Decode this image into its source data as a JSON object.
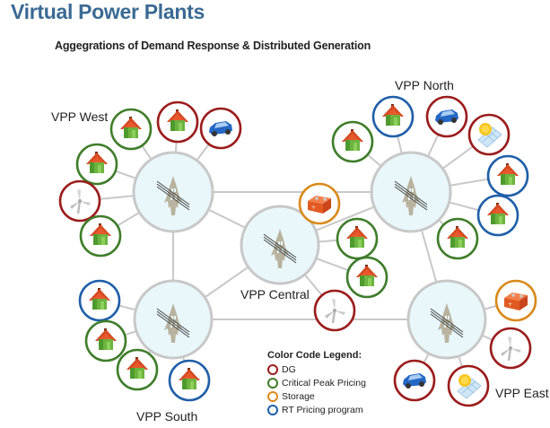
{
  "header": {
    "title": "Virtual Power Plants",
    "subtitle": "Aggegrations of Demand Response & Distributed Generation"
  },
  "colors": {
    "title": "#3a6a93",
    "DG": "#9b1c1c",
    "Critical Peak Pricing": "#3f7d2a",
    "Storage": "#d98a1c",
    "RT Pricing program": "#1f5fa8",
    "hub_fill": "#e9f7fb",
    "hub_stroke": "#c8c8c8",
    "link": "#c8c8c8"
  },
  "legend": {
    "title": "Color Code Legend:",
    "items": [
      {
        "label": "DG",
        "color": "#9b1c1c"
      },
      {
        "label": "Critical Peak Pricing",
        "color": "#3f7d2a"
      },
      {
        "label": "Storage",
        "color": "#d98a1c"
      },
      {
        "label": "RT Pricing program",
        "color": "#1f5fa8"
      }
    ]
  },
  "hubs": [
    {
      "id": "west",
      "label": "VPP West",
      "icon": "transmission-tower-icon",
      "nodes": [
        {
          "icon": "house",
          "program": "Critical Peak Pricing"
        },
        {
          "icon": "house",
          "program": "DG"
        },
        {
          "icon": "electric-car",
          "program": "DG"
        },
        {
          "icon": "house",
          "program": "Critical Peak Pricing"
        },
        {
          "icon": "wind-turbine",
          "program": "DG"
        },
        {
          "icon": "house",
          "program": "Critical Peak Pricing"
        }
      ]
    },
    {
      "id": "north",
      "label": "VPP North",
      "icon": "transmission-tower-icon",
      "nodes": [
        {
          "icon": "house",
          "program": "RT Pricing program"
        },
        {
          "icon": "electric-car",
          "program": "DG"
        },
        {
          "icon": "solar-panel",
          "program": "DG"
        },
        {
          "icon": "house",
          "program": "Critical Peak Pricing"
        },
        {
          "icon": "house",
          "program": "RT Pricing program"
        },
        {
          "icon": "house",
          "program": "RT Pricing program"
        },
        {
          "icon": "house",
          "program": "Critical Peak Pricing"
        }
      ]
    },
    {
      "id": "central",
      "label": "VPP Central",
      "icon": "transmission-tower-icon",
      "nodes": [
        {
          "icon": "battery",
          "program": "Storage"
        },
        {
          "icon": "house",
          "program": "Critical Peak Pricing"
        },
        {
          "icon": "house",
          "program": "Critical Peak Pricing"
        },
        {
          "icon": "wind-turbine",
          "program": "DG"
        }
      ]
    },
    {
      "id": "south",
      "label": "VPP South",
      "icon": "transmission-tower-icon",
      "nodes": [
        {
          "icon": "house",
          "program": "RT Pricing program"
        },
        {
          "icon": "house",
          "program": "Critical Peak Pricing"
        },
        {
          "icon": "house",
          "program": "Critical Peak Pricing"
        },
        {
          "icon": "house",
          "program": "RT Pricing program"
        }
      ]
    },
    {
      "id": "east",
      "label": "VPP East",
      "icon": "transmission-tower-icon",
      "nodes": [
        {
          "icon": "battery",
          "program": "Storage"
        },
        {
          "icon": "wind-turbine",
          "program": "DG"
        },
        {
          "icon": "electric-car",
          "program": "DG"
        },
        {
          "icon": "solar-panel",
          "program": "DG"
        }
      ]
    }
  ],
  "hub_links": [
    [
      "west",
      "north"
    ],
    [
      "west",
      "central"
    ],
    [
      "west",
      "south"
    ],
    [
      "north",
      "central"
    ],
    [
      "north",
      "east"
    ],
    [
      "central",
      "south"
    ],
    [
      "south",
      "east"
    ]
  ]
}
